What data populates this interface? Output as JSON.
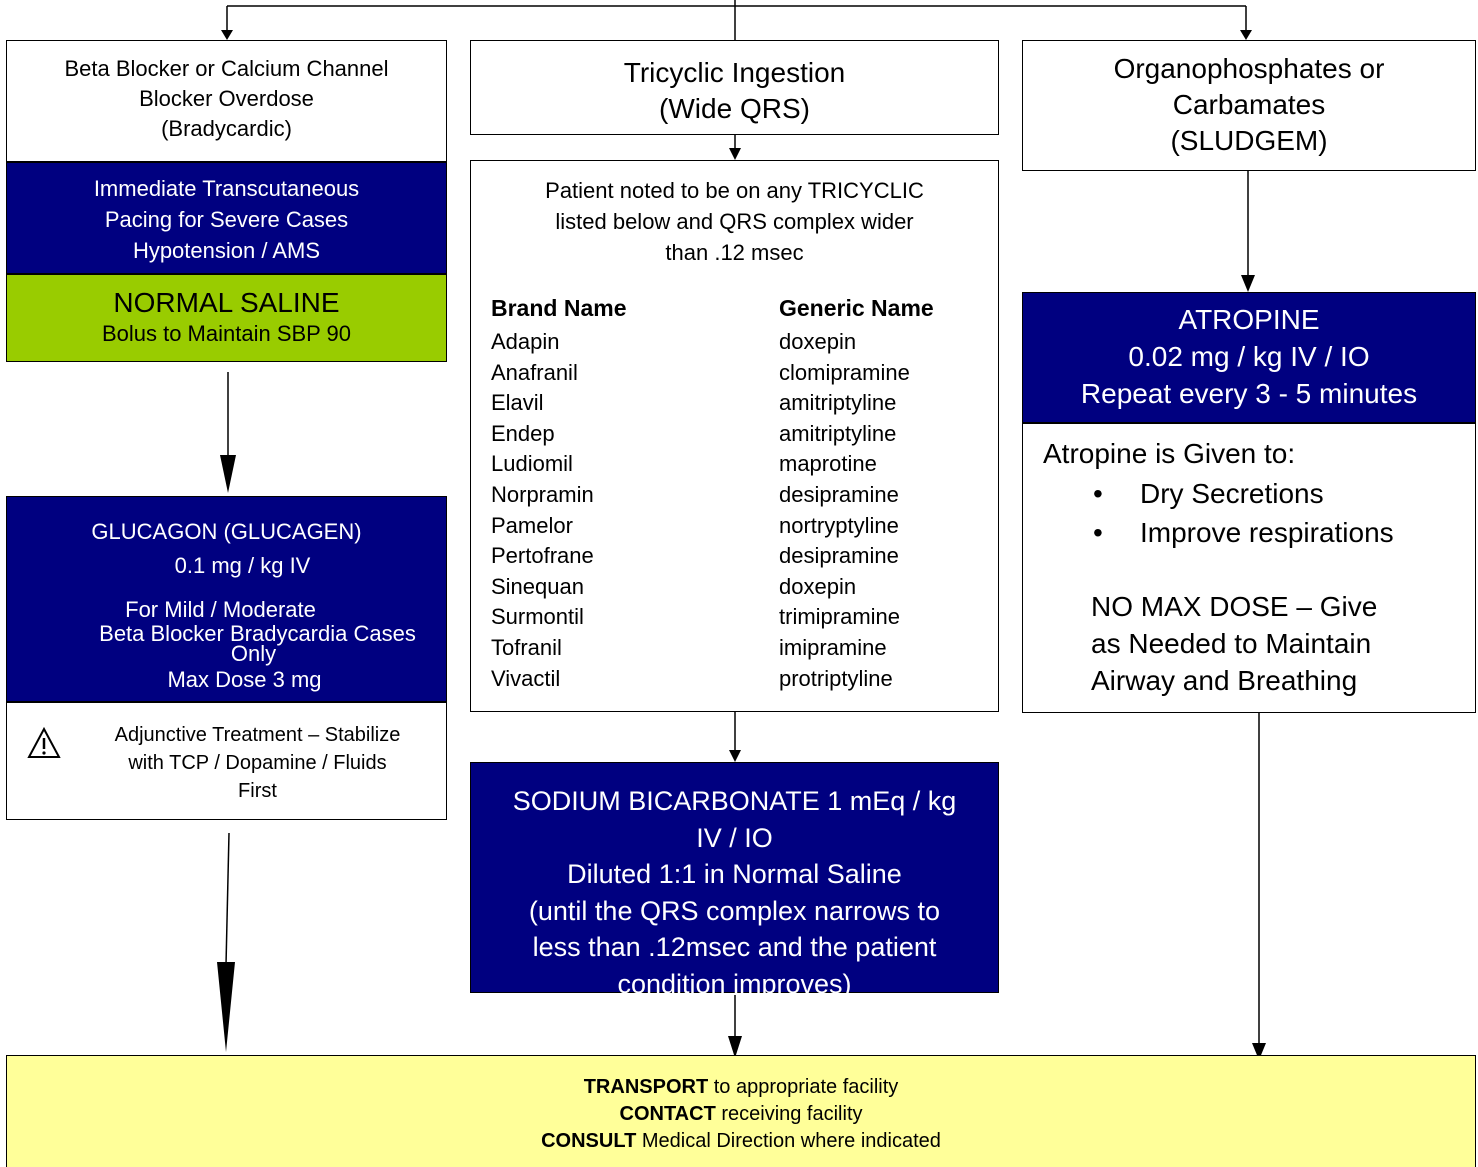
{
  "beta_blocker": {
    "title_lines": [
      "Beta Blocker or Calcium Channel",
      "Blocker Overdose",
      "(Bradycardic)"
    ],
    "pacing_lines": [
      "Immediate Transcutaneous",
      "Pacing for Severe Cases",
      "Hypotension / AMS"
    ],
    "saline": {
      "heading": "NORMAL SALINE",
      "detail": "Bolus to Maintain SBP 90"
    },
    "glucagon": {
      "heading": "GLUCAGON (GLUCAGEN)",
      "dose": "0.1 mg  / kg IV",
      "note_line1": "For Mild / Moderate",
      "note_line2": "Beta Blocker Bradycardia Cases",
      "note_line3": "Only",
      "max": "Max Dose 3 mg"
    },
    "adjunct_lines": [
      "Adjunctive Treatment – Stabilize",
      "with TCP / Dopamine / Fluids",
      "First"
    ]
  },
  "tricyclic": {
    "title_lines": [
      "Tricyclic Ingestion",
      "(Wide QRS)"
    ],
    "note_lines": [
      "Patient noted to be on any TRICYCLIC",
      "listed below and QRS complex wider",
      "than .12 msec"
    ],
    "brand_header": "Brand Name",
    "generic_header": "Generic Name",
    "drugs": [
      {
        "brand": "Adapin",
        "generic": "doxepin"
      },
      {
        "brand": "Anafranil",
        "generic": "clomipramine"
      },
      {
        "brand": "Elavil",
        "generic": "amitriptyline"
      },
      {
        "brand": "Endep",
        "generic": "amitriptyline"
      },
      {
        "brand": "Ludiomil",
        "generic": "maprotine"
      },
      {
        "brand": "Norpramin",
        "generic": "desipramine"
      },
      {
        "brand": "Pamelor",
        "generic": "nortryptyline"
      },
      {
        "brand": "Pertofrane",
        "generic": "desipramine"
      },
      {
        "brand": "Sinequan",
        "generic": "doxepin"
      },
      {
        "brand": "Surmontil",
        "generic": "trimipramine"
      },
      {
        "brand": "Tofranil",
        "generic": "imipramine"
      },
      {
        "brand": "Vivactil",
        "generic": "protriptyline"
      }
    ],
    "bicarb_lines": [
      "SODIUM BICARBONATE 1 mEq / kg",
      "IV / IO",
      "Diluted 1:1 in Normal Saline",
      "(until the QRS complex narrows to",
      "less than .12msec and the patient",
      "condition improves)"
    ]
  },
  "organophosphate": {
    "title_lines": [
      "Organophosphates or",
      "Carbamates",
      "(SLUDGEM)"
    ],
    "atropine_lines": [
      "ATROPINE",
      "0.02 mg / kg IV / IO",
      "Repeat every 3 - 5 minutes"
    ],
    "given_heading": "Atropine is Given to:",
    "bullets": [
      "Dry Secretions",
      "Improve respirations"
    ],
    "max_note_lines": [
      "NO MAX DOSE – Give",
      "as Needed to Maintain",
      "Airway and Breathing"
    ]
  },
  "transport": {
    "lines": [
      {
        "bold": "TRANSPORT",
        "rest": " to appropriate facility"
      },
      {
        "bold": "CONTACT",
        "rest": " receiving facility"
      },
      {
        "bold": "CONSULT",
        "rest": " Medical Direction where indicated"
      }
    ]
  },
  "colors": {
    "navy": "#000080",
    "green": "#99cc00",
    "yellow": "#ffff99"
  },
  "icons": [
    "warning-triangle-icon"
  ]
}
